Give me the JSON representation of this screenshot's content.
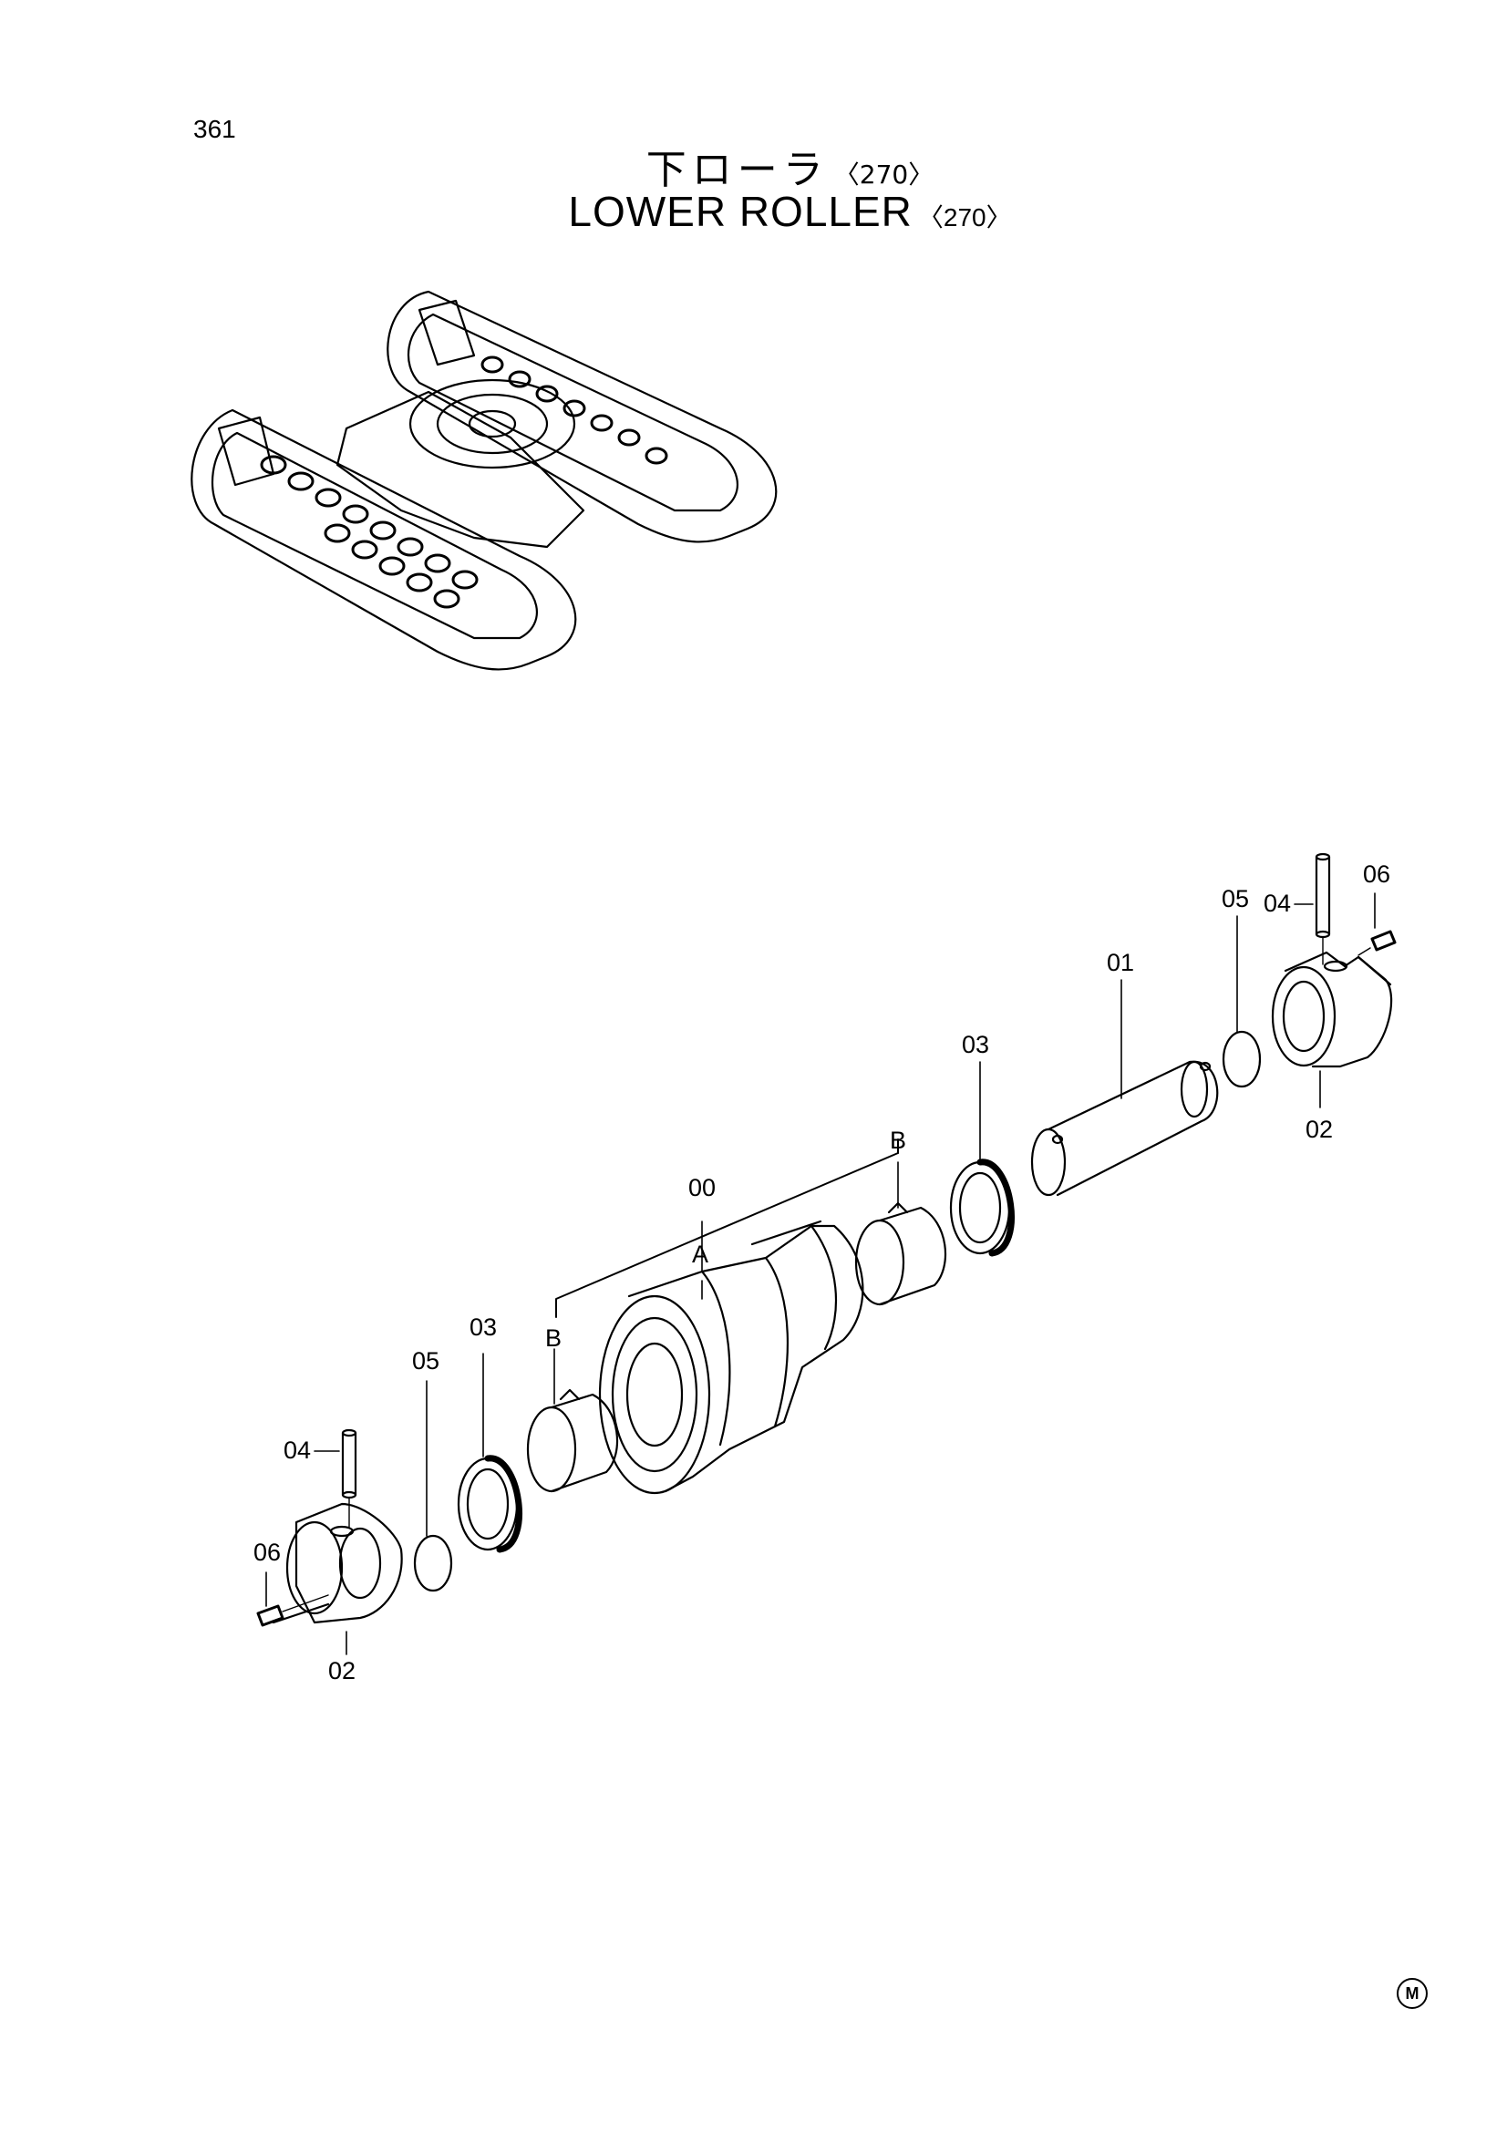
{
  "page_number": "361",
  "title_ja": "下ローラ",
  "title_ja_suffix": "〈270〉",
  "title_en": "LOWER  ROLLER",
  "title_en_suffix": "〈270〉",
  "callouts": {
    "c00": "00",
    "c01": "01",
    "c02_left": "02",
    "c02_right": "02",
    "c03_left": "03",
    "c03_right": "03",
    "c04_left": "04",
    "c04_right": "04",
    "c05_left": "05",
    "c05_right": "05",
    "c06_left": "06",
    "c06_right": "06",
    "cA": "A",
    "cB_left": "B",
    "cB_right": "B"
  },
  "manufacturer_mark": "M",
  "colors": {
    "ink": "#000000",
    "paper": "#ffffff"
  }
}
